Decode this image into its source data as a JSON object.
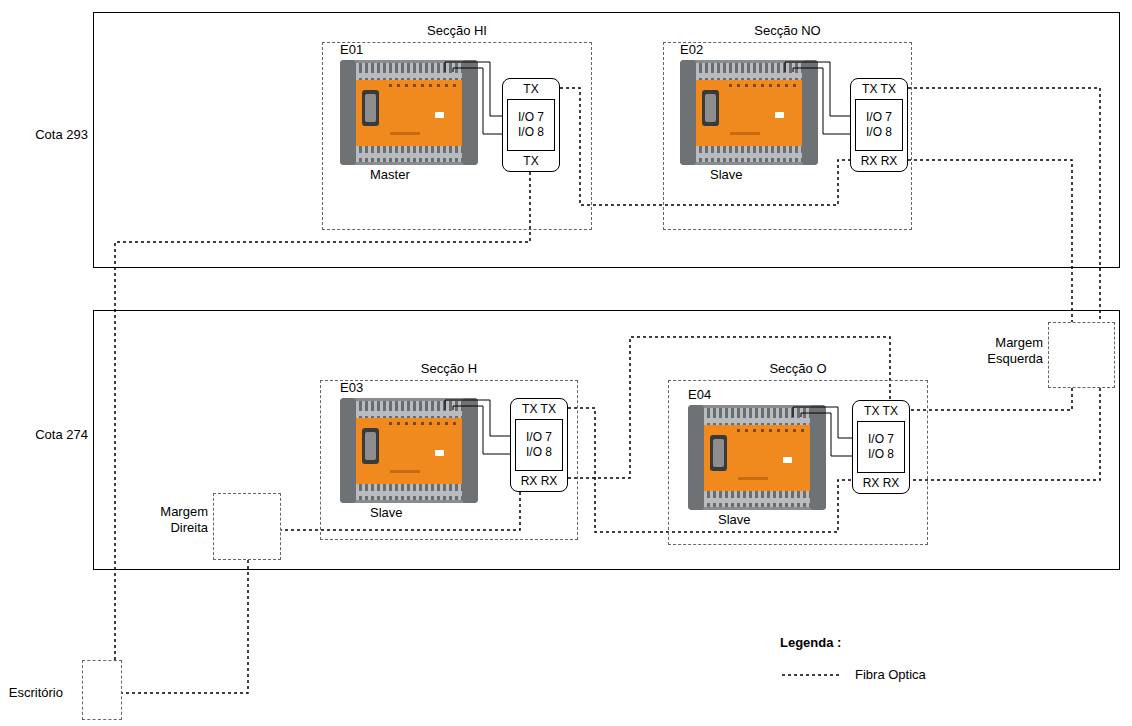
{
  "diagram": {
    "nodes": [
      {
        "text": [
          "Cota 293"
        ]
      },
      {
        "text": [
          "Secção HI"
        ],
        "in": 0
      },
      {
        "text": [
          "E01",
          "Master"
        ],
        "in": 1
      },
      {
        "text": [
          "TX",
          "TX"
        ],
        "in": 1
      },
      {
        "text": [
          "I/O 7 I/O 8"
        ],
        "in": 3
      },
      {
        "text": [
          "Secção NO"
        ],
        "in": 0
      },
      {
        "text": [
          "E02",
          "Slave"
        ],
        "in": 5
      },
      {
        "text": [
          "TX TX",
          "RX RX"
        ],
        "in": 5
      },
      {
        "text": [
          "I/O 7 I/O 8"
        ],
        "in": 7
      },
      {
        "text": [
          "Cota 274"
        ]
      },
      {
        "text": [
          "Margem Esquerda"
        ],
        "in": 9
      },
      {
        "text": [
          "Secção H"
        ],
        "in": 9
      },
      {
        "text": [
          "E03",
          "Slave"
        ],
        "in": 11
      },
      {
        "text": [
          "TX TX",
          "RX RX"
        ],
        "in": 11
      },
      {
        "text": [
          "I/O 7 I/O 8"
        ],
        "in": 13
      },
      {
        "text": [
          "Secção O"
        ],
        "in": 9
      },
      {
        "text": [
          "E04",
          "Slave"
        ],
        "in": 15
      },
      {
        "text": [
          "TX TX",
          "RX RX"
        ],
        "in": 15
      },
      {
        "text": [
          "I/O 7 I/O 8"
        ],
        "in": 17
      },
      {
        "text": [
          "Margem Direita"
        ],
        "in": 9
      },
      {
        "text": [
          "Escritório"
        ]
      }
    ],
    "edges": [
      {
        "from": 3,
        "to": 7,
        "arrow": "none"
      },
      {
        "from": 3,
        "to": 20,
        "arrow": "none"
      },
      {
        "from": 7,
        "to": 10,
        "arrow": "none"
      },
      {
        "from": 7,
        "to": 10,
        "arrow": "none"
      },
      {
        "from": 10,
        "to": 17,
        "arrow": "none"
      },
      {
        "from": 10,
        "to": 17,
        "arrow": "none"
      },
      {
        "from": 13,
        "to": 17,
        "arrow": "none"
      },
      {
        "from": 13,
        "to": 17,
        "arrow": "none"
      },
      {
        "from": 13,
        "to": 19,
        "arrow": "none"
      },
      {
        "from": 19,
        "to": 20,
        "arrow": "none"
      }
    ],
    "labels": [
      "Legenda :"
    ],
    "legend": [
      {
        "text": "Fibra Optica"
      }
    ]
  }
}
